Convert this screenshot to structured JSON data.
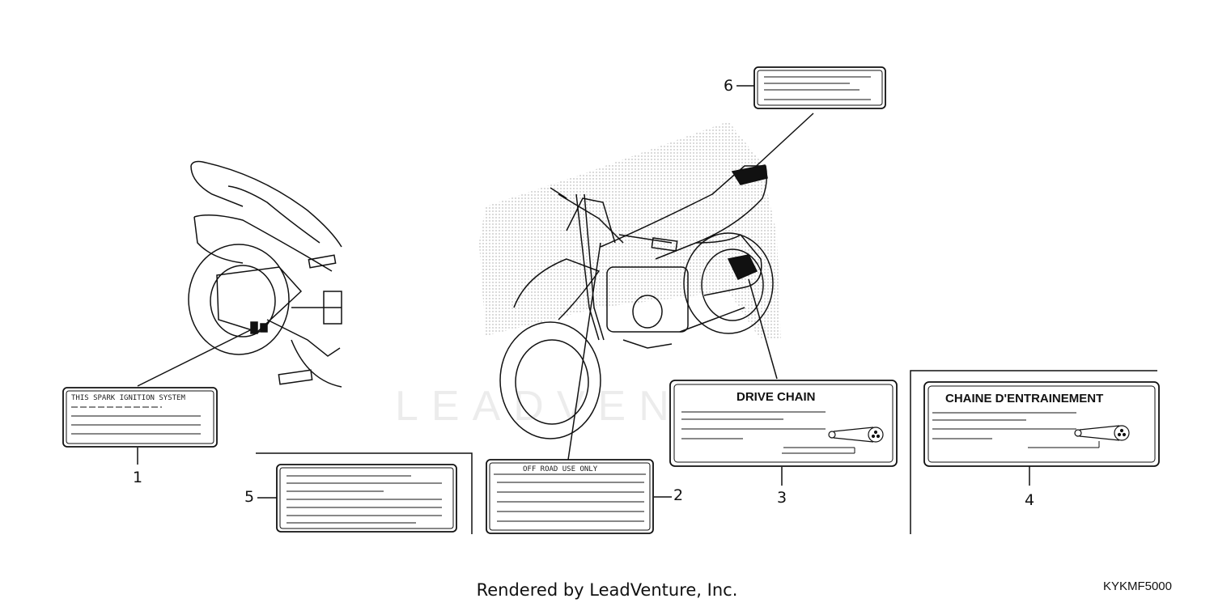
{
  "callouts": {
    "c1": "1",
    "c2": "2",
    "c3": "3",
    "c4": "4",
    "c5": "5",
    "c6": "6"
  },
  "labels": {
    "spark_ignition": "THIS SPARK IGNITION SYSTEM",
    "off_road": "OFF ROAD USE ONLY",
    "drive_chain": "DRIVE CHAIN",
    "chaine": "CHAINE D'ENTRAINEMENT"
  },
  "watermark": "LEADVENTURE",
  "footer": {
    "credit": "Rendered by LeadVenture, Inc.",
    "code": "KYKMF5000"
  }
}
